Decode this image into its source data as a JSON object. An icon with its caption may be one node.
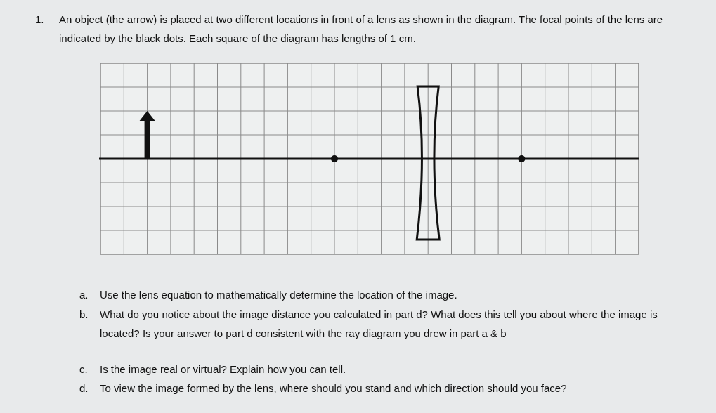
{
  "diagram": {
    "labels": [
      "1.",
      "An object (the arrow) is placed at two different locations in front of a lens as shown in the diagram. The focal points of the lens are indicated by the black dots. Each square of the diagram has lengths of 1 cm.",
      "a.",
      "Use the lens equation to mathematically determine the location of the image.",
      "b.",
      "What do you notice about the image distance you calculated in part d? What does this tell you about where the image is located? Is your answer to part d consistent with the ray diagram you drew in part a & b",
      "c.",
      "Is the image real or virtual? Explain how you can tell.",
      "d.",
      "To view the image formed by the lens, where should you stand and which direction should you face?"
    ]
  }
}
